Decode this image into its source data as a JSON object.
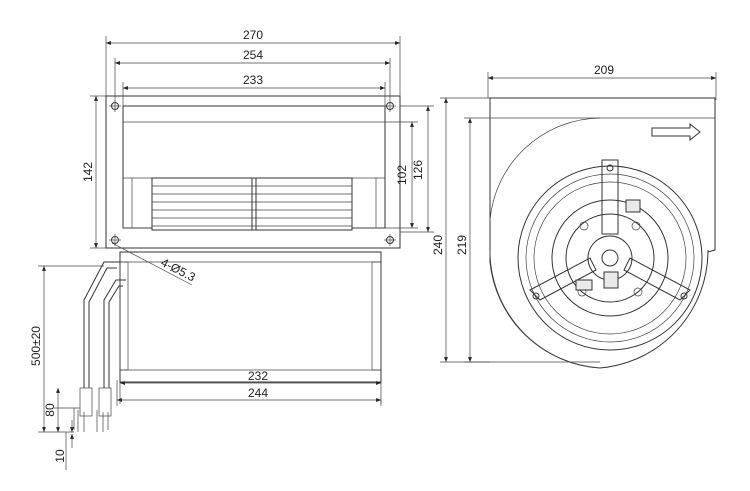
{
  "front_view": {
    "dims": {
      "overall_width": "270",
      "flange_hole_spacing": "254",
      "outlet_width": "233",
      "flange_height": "142",
      "outlet_height_inner": "102",
      "outlet_height_outer": "126",
      "mounting_holes": "4-Ø5.3",
      "motor_length": "232",
      "body_length": "244",
      "lead_length": "500±20",
      "lead_strip": "80",
      "lead_end": "10"
    }
  },
  "side_view": {
    "dims": {
      "depth": "209",
      "height": "240",
      "scroll_height": "219"
    },
    "airflow_arrow": "arrow-right-icon"
  }
}
